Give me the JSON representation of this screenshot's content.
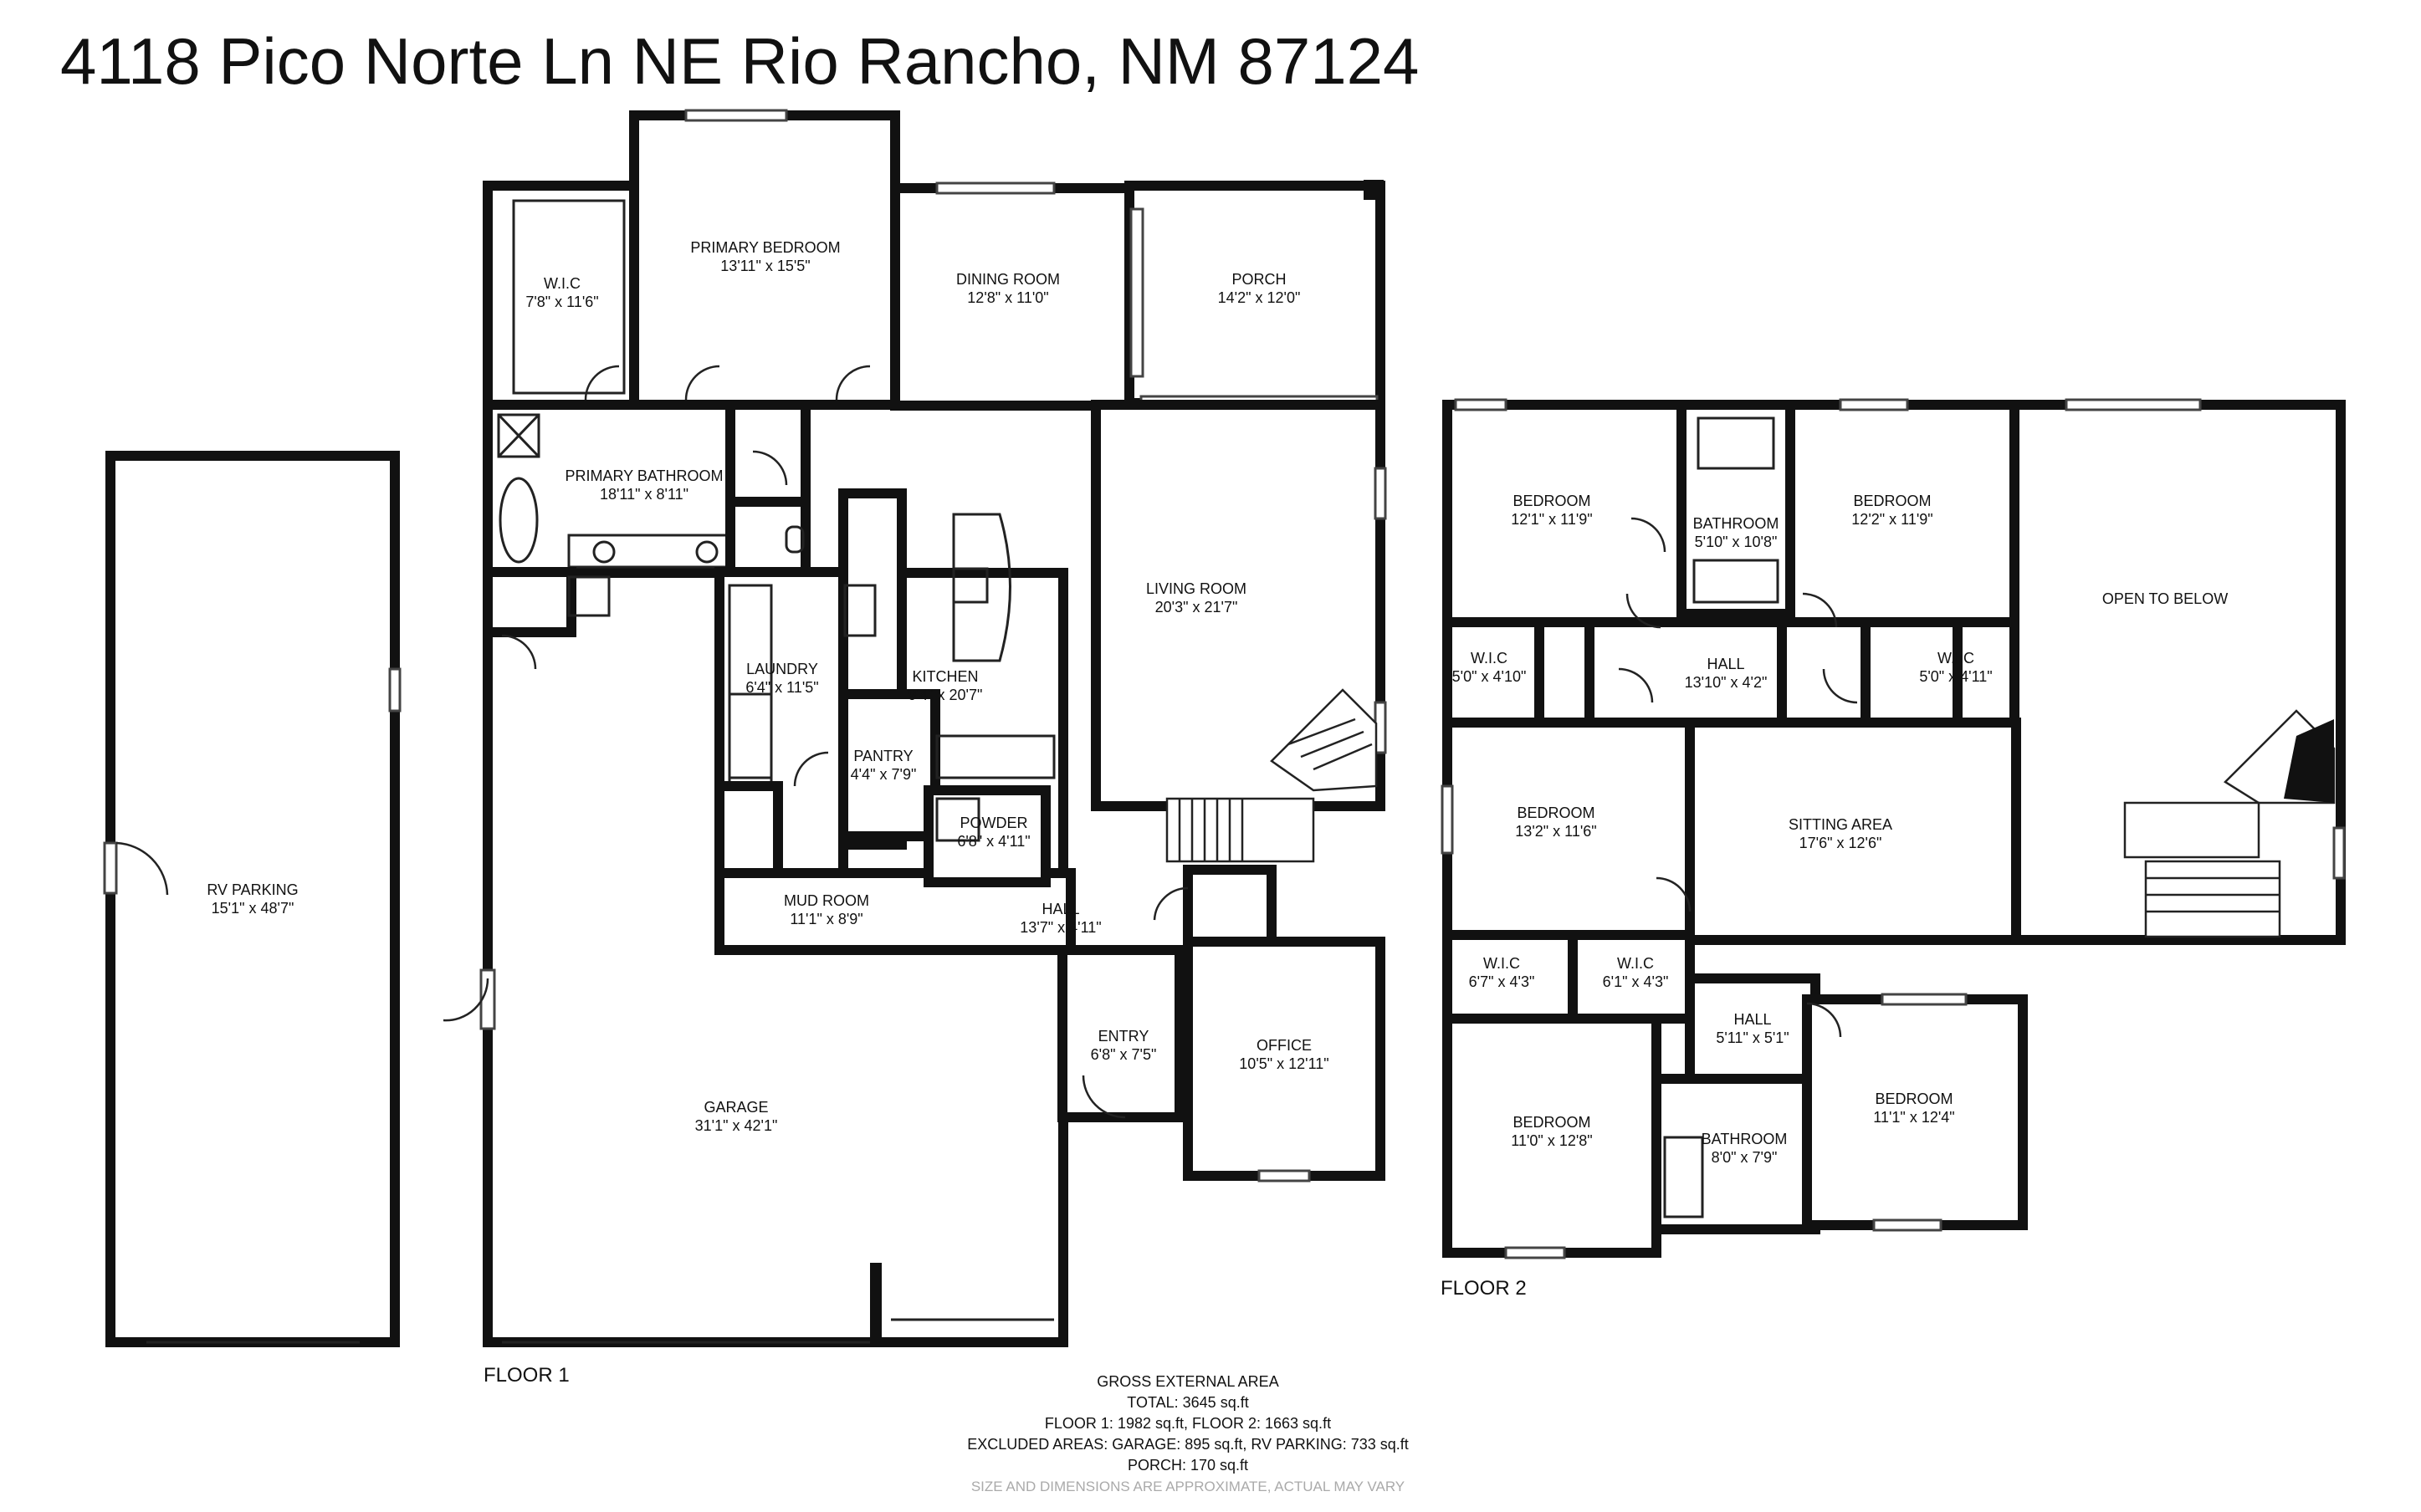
{
  "title": "4118 Pico Norte Ln NE Rio Rancho, NM 87124",
  "floor1": {
    "label": "FLOOR 1",
    "rooms": [
      {
        "id": "rv-parking",
        "name": "RV PARKING",
        "dims": "15'1\" x 48'7\""
      },
      {
        "id": "wic-1",
        "name": "W.I.C",
        "dims": "7'8\" x 11'6\""
      },
      {
        "id": "primary-bedroom",
        "name": "PRIMARY BEDROOM",
        "dims": "13'11\" x 15'5\""
      },
      {
        "id": "dining-room",
        "name": "DINING ROOM",
        "dims": "12'8\" x 11'0\""
      },
      {
        "id": "porch",
        "name": "PORCH",
        "dims": "14'2\" x 12'0\""
      },
      {
        "id": "primary-bathroom",
        "name": "PRIMARY BATHROOM",
        "dims": "18'11\" x 8'11\""
      },
      {
        "id": "living-room",
        "name": "LIVING ROOM",
        "dims": "20'3\" x 21'7\""
      },
      {
        "id": "laundry",
        "name": "LAUNDRY",
        "dims": "6'4\" x 11'5\""
      },
      {
        "id": "kitchen",
        "name": "KITCHEN",
        "dims": "9'4\" x 20'7\""
      },
      {
        "id": "pantry",
        "name": "PANTRY",
        "dims": "4'4\" x 7'9\""
      },
      {
        "id": "powder",
        "name": "POWDER",
        "dims": "6'8\" x 4'11\""
      },
      {
        "id": "mud-room",
        "name": "MUD ROOM",
        "dims": "11'1\" x 8'9\""
      },
      {
        "id": "hall-1",
        "name": "HALL",
        "dims": "13'7\" x 4'11\""
      },
      {
        "id": "entry",
        "name": "ENTRY",
        "dims": "6'8\" x 7'5\""
      },
      {
        "id": "office",
        "name": "OFFICE",
        "dims": "10'5\" x 12'11\""
      },
      {
        "id": "garage",
        "name": "GARAGE",
        "dims": "31'1\" x 42'1\""
      }
    ]
  },
  "floor2": {
    "label": "FLOOR 2",
    "rooms": [
      {
        "id": "bedroom-a",
        "name": "BEDROOM",
        "dims": "12'1\" x 11'9\""
      },
      {
        "id": "bathroom-a",
        "name": "BATHROOM",
        "dims": "5'10\" x 10'8\""
      },
      {
        "id": "bedroom-b",
        "name": "BEDROOM",
        "dims": "12'2\" x 11'9\""
      },
      {
        "id": "open-to-below",
        "name": "OPEN TO BELOW",
        "dims": ""
      },
      {
        "id": "wic-a",
        "name": "W.I.C",
        "dims": "5'0\" x 4'10\""
      },
      {
        "id": "hall-2a",
        "name": "HALL",
        "dims": "13'10\" x 4'2\""
      },
      {
        "id": "wic-b",
        "name": "W.I.C",
        "dims": "5'0\" x 4'11\""
      },
      {
        "id": "bedroom-c",
        "name": "BEDROOM",
        "dims": "13'2\" x 11'6\""
      },
      {
        "id": "sitting-area",
        "name": "SITTING AREA",
        "dims": "17'6\" x 12'6\""
      },
      {
        "id": "wic-c",
        "name": "W.I.C",
        "dims": "6'7\" x 4'3\""
      },
      {
        "id": "wic-d",
        "name": "W.I.C",
        "dims": "6'1\" x 4'3\""
      },
      {
        "id": "hall-2b",
        "name": "HALL",
        "dims": "5'11\" x 5'1\""
      },
      {
        "id": "bedroom-d",
        "name": "BEDROOM",
        "dims": "11'0\" x 12'8\""
      },
      {
        "id": "bathroom-b",
        "name": "BATHROOM",
        "dims": "8'0\" x 7'9\""
      },
      {
        "id": "bedroom-e",
        "name": "BEDROOM",
        "dims": "11'1\" x 12'4\""
      }
    ]
  },
  "area_summary": {
    "heading": "GROSS EXTERNAL AREA",
    "total": "TOTAL: 3645 sq.ft",
    "floors": "FLOOR 1: 1982 sq.ft, FLOOR 2: 1663 sq.ft",
    "excluded": "EXCLUDED AREAS: GARAGE: 895 sq.ft, RV PARKING: 733 sq.ft",
    "porch": "PORCH: 170 sq.ft",
    "disclaimer": "SIZE AND DIMENSIONS ARE APPROXIMATE, ACTUAL MAY VARY"
  },
  "colors": {
    "walls": "#111111",
    "background": "#ffffff",
    "disclaimer": "#aaaaaa"
  }
}
